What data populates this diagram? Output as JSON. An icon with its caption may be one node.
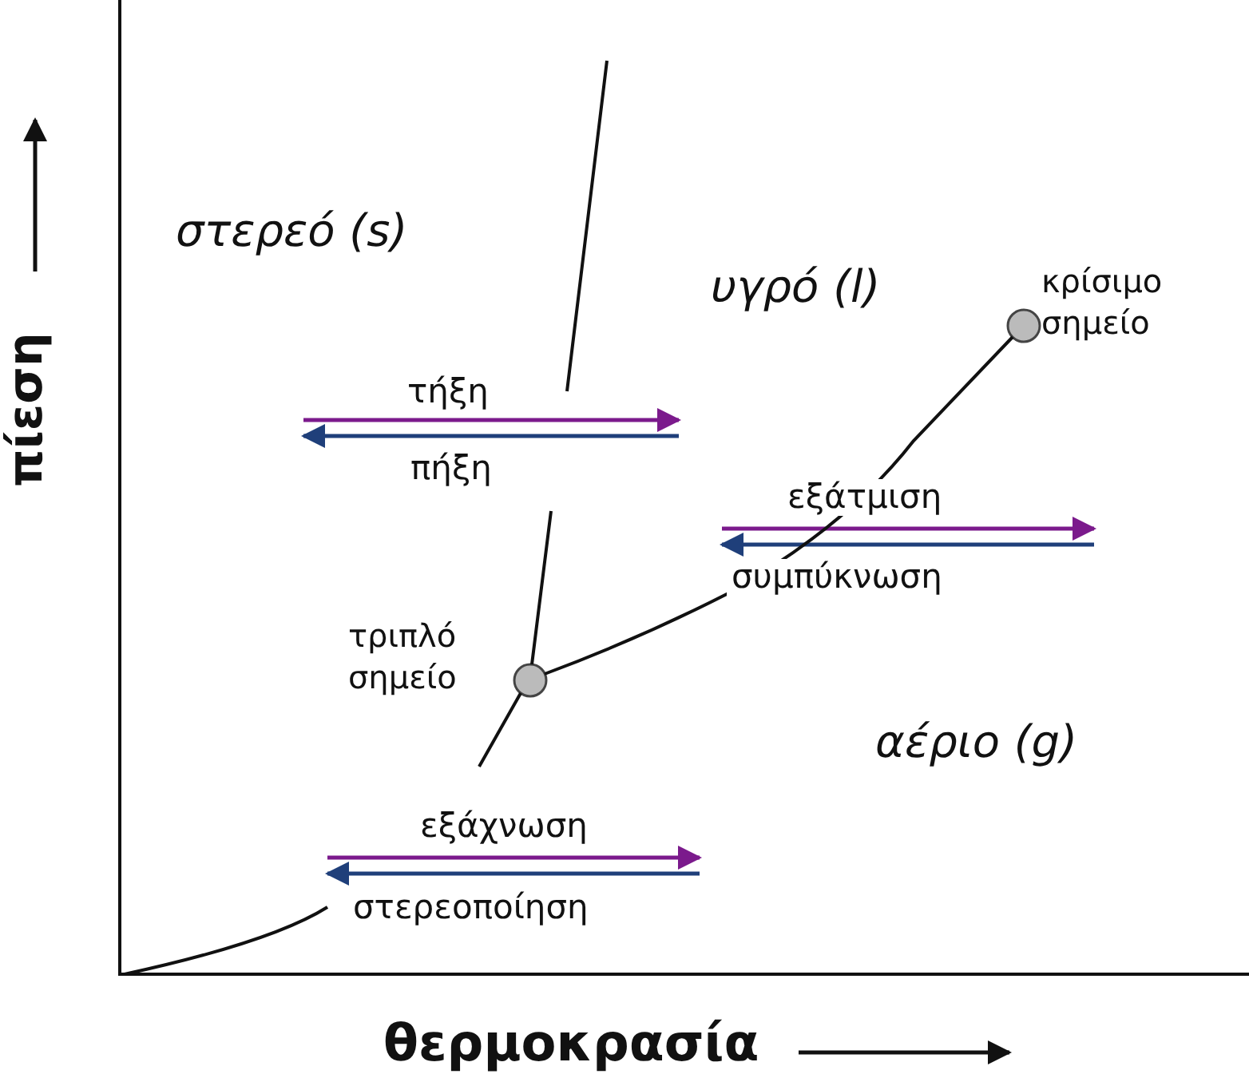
{
  "diagram": {
    "nodes": [
      {
        "text": [],
        "shape": "circle",
        "beside": [
          "τριπλό σημείο"
        ]
      },
      {
        "text": [],
        "shape": "circle",
        "beside": [
          "κρίσιμο σημείο"
        ]
      }
    ],
    "edges": [
      {
        "from": 0,
        "to": 1,
        "arrow": "none"
      },
      {
        "from": 0,
        "to": null,
        "arrow": "none"
      },
      {
        "from": null,
        "to": 0,
        "arrow": "none"
      }
    ],
    "labels": [
      "πίεση",
      "θερμοκρασία",
      "στερεό (s)",
      "υγρό (l)",
      "αέριο (g)",
      "τήξη",
      "πήξη",
      "εξάτμιση",
      "συμπύκνωση",
      "εξάχνωση",
      "στερεοποίηση"
    ]
  }
}
